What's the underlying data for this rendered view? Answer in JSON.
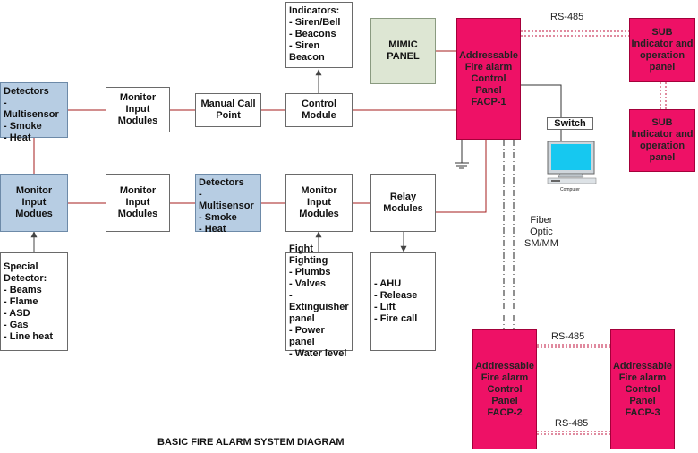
{
  "diagram": {
    "title": "BASIC FIRE ALARM SYSTEM DIAGRAM",
    "indicators": {
      "heading": "Indicators:",
      "items": [
        "- Siren/Bell",
        "- Beacons",
        "- Siren",
        "Beacon"
      ]
    },
    "mimic_panel": "MIMIC PANEL",
    "facp1": [
      "Addressable",
      "Fire alarm",
      "Control Panel",
      "FACP-1"
    ],
    "facp2": [
      "Addressable",
      "Fire alarm",
      "Control Panel",
      "FACP-2"
    ],
    "facp3": [
      "Addressable",
      "Fire alarm",
      "Control Panel",
      "FACP-3"
    ],
    "sub_panel_1": [
      "SUB",
      "Indicator and",
      "operation",
      "panel"
    ],
    "sub_panel_2": [
      "SUB",
      "Indicator and",
      "operation",
      "panel"
    ],
    "rs485_top": "RS-485",
    "rs485_mid": "RS-485",
    "rs485_bottom": "RS-485",
    "switch": "Switch",
    "computer": "Computer",
    "fiber": [
      "Fiber",
      "Optic",
      "SM/MM"
    ],
    "detectors_1": [
      "Detectors",
      "- Multisensor",
      "- Smoke",
      "- Heat"
    ],
    "detectors_2": [
      "Detectors",
      "- Multisensor",
      "- Smoke",
      "- Heat"
    ],
    "monitor_input_modules_1": [
      "Monitor",
      "Input",
      "Modules"
    ],
    "monitor_input_modules_2": [
      "Monitor",
      "Input",
      "Modules"
    ],
    "monitor_input_modules_3": [
      "Monitor",
      "Input",
      "Modules"
    ],
    "monitor_input_modues": [
      "Monitor",
      "Input",
      "Modues"
    ],
    "manual_call_point": [
      "Manual Call",
      "Point"
    ],
    "control_module": [
      "Control",
      "Module"
    ],
    "relay_modules": [
      "Relay",
      "Modules"
    ],
    "special_detector": {
      "heading": [
        "Special",
        "Detector:"
      ],
      "items": [
        "- Beams",
        "- Flame",
        "- ASD",
        "- Gas",
        "- Line heat"
      ]
    },
    "fire_fighting": {
      "heading": "Fight Fighting",
      "items": [
        "- Plumbs",
        "- Valves",
        "- Extinguisher",
        "panel",
        "- Power panel",
        "- Water level"
      ]
    },
    "relay_outputs": [
      "- AHU",
      "- Release",
      "- Lift",
      "- Fire call"
    ]
  },
  "colors": {
    "detector_fill": "#b7cde3",
    "facp_fill": "#ee1166",
    "mimic_fill": "#dde6d3",
    "wire": "#a61c1c"
  }
}
